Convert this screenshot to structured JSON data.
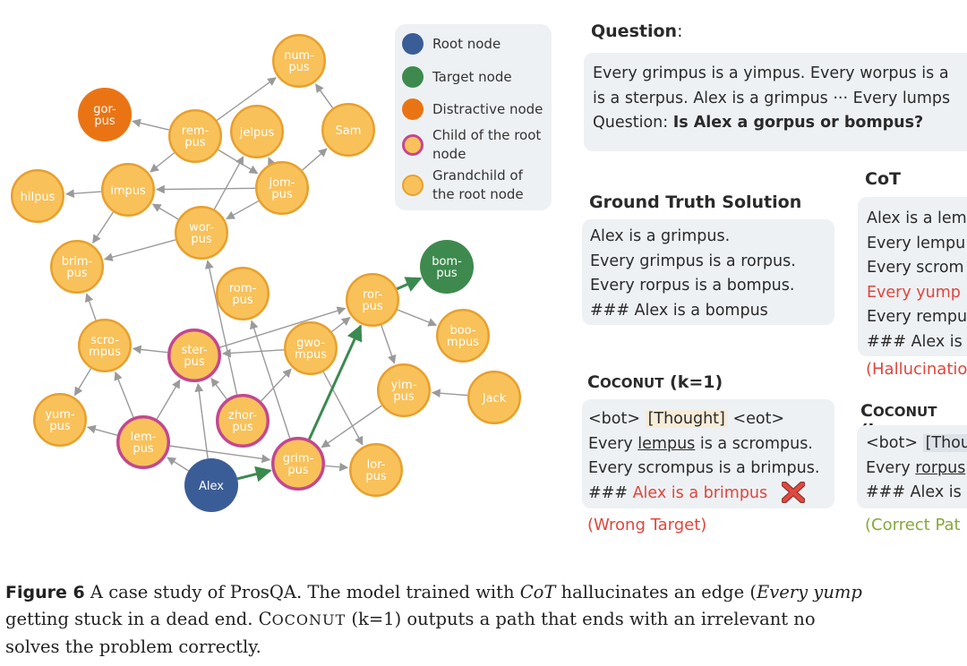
{
  "legend": [
    {
      "label": "Root node",
      "color": "#3b5d97",
      "ring": ""
    },
    {
      "label": "Target node",
      "color": "#3e8a4e",
      "ring": ""
    },
    {
      "label": "Distractive node",
      "color": "#ea7414",
      "ring": ""
    },
    {
      "label": "Child of the root node",
      "color": "#f8c15a",
      "ring": "#c2488f"
    },
    {
      "label": "Grandchild of the root node",
      "color": "#f8c15a",
      "ring": "#e7a02e"
    }
  ],
  "graph": {
    "nodes": [
      {
        "id": "numpus",
        "label": [
          "num-",
          "pus"
        ],
        "kind": "grandchild"
      },
      {
        "id": "gorpus",
        "label": [
          "gor-",
          "pus"
        ],
        "kind": "distractive"
      },
      {
        "id": "rempus",
        "label": [
          "rem-",
          "pus"
        ],
        "kind": "grandchild"
      },
      {
        "id": "jelpus",
        "label": [
          "jelpus"
        ],
        "kind": "grandchild"
      },
      {
        "id": "sam",
        "label": [
          "Sam"
        ],
        "kind": "grandchild"
      },
      {
        "id": "impus",
        "label": [
          "impus"
        ],
        "kind": "grandchild"
      },
      {
        "id": "jompus",
        "label": [
          "jom-",
          "pus"
        ],
        "kind": "grandchild"
      },
      {
        "id": "hilpus",
        "label": [
          "hilpus"
        ],
        "kind": "grandchild"
      },
      {
        "id": "worpus",
        "label": [
          "wor-",
          "pus"
        ],
        "kind": "grandchild"
      },
      {
        "id": "brimpus",
        "label": [
          "brim-",
          "pus"
        ],
        "kind": "grandchild"
      },
      {
        "id": "bompus",
        "label": [
          "bom-",
          "pus"
        ],
        "kind": "target"
      },
      {
        "id": "rompus",
        "label": [
          "rom-",
          "pus"
        ],
        "kind": "grandchild"
      },
      {
        "id": "rorpus",
        "label": [
          "ror-",
          "pus"
        ],
        "kind": "grandchild"
      },
      {
        "id": "scrompus",
        "label": [
          "scro-",
          "mpus"
        ],
        "kind": "grandchild"
      },
      {
        "id": "sterpus",
        "label": [
          "ster-",
          "pus"
        ],
        "kind": "child"
      },
      {
        "id": "gwompus",
        "label": [
          "gwo-",
          "mpus"
        ],
        "kind": "grandchild"
      },
      {
        "id": "boompus",
        "label": [
          "boo-",
          "mpus"
        ],
        "kind": "grandchild"
      },
      {
        "id": "yimpus",
        "label": [
          "yim-",
          "pus"
        ],
        "kind": "grandchild"
      },
      {
        "id": "jack",
        "label": [
          "Jack"
        ],
        "kind": "grandchild"
      },
      {
        "id": "yumpus",
        "label": [
          "yum-",
          "pus"
        ],
        "kind": "grandchild"
      },
      {
        "id": "lempus",
        "label": [
          "lem-",
          "pus"
        ],
        "kind": "child"
      },
      {
        "id": "zhorpus",
        "label": [
          "zhor-",
          "pus"
        ],
        "kind": "child"
      },
      {
        "id": "grimpus",
        "label": [
          "grim-",
          "pus"
        ],
        "kind": "child"
      },
      {
        "id": "lorpus",
        "label": [
          "lor-",
          "pus"
        ],
        "kind": "grandchild"
      },
      {
        "id": "alex",
        "label": [
          "Alex"
        ],
        "kind": "root"
      }
    ],
    "edges": [
      [
        "rempus",
        "numpus"
      ],
      [
        "rempus",
        "gorpus"
      ],
      [
        "sam",
        "numpus"
      ],
      [
        "jompus",
        "sam"
      ],
      [
        "jompus",
        "jelpus"
      ],
      [
        "rempus",
        "impus"
      ],
      [
        "rempus",
        "jompus"
      ],
      [
        "worpus",
        "jelpus"
      ],
      [
        "worpus",
        "impus"
      ],
      [
        "jompus",
        "impus"
      ],
      [
        "impus",
        "hilpus"
      ],
      [
        "impus",
        "brimpus"
      ],
      [
        "worpus",
        "brimpus"
      ],
      [
        "jompus",
        "worpus"
      ],
      [
        "scrompus",
        "brimpus"
      ],
      [
        "scrompus",
        "yumpus"
      ],
      [
        "lempus",
        "scrompus"
      ],
      [
        "lempus",
        "yumpus"
      ],
      [
        "sterpus",
        "scrompus"
      ],
      [
        "lempus",
        "sterpus"
      ],
      [
        "alex",
        "sterpus"
      ],
      [
        "alex",
        "lempus"
      ],
      [
        "zhorpus",
        "sterpus"
      ],
      [
        "sterpus",
        "rorpus"
      ],
      [
        "grimpus",
        "rompus"
      ],
      [
        "gwompus",
        "sterpus"
      ],
      [
        "gwompus",
        "rorpus"
      ],
      [
        "rorpus",
        "boompus"
      ],
      [
        "rorpus",
        "yimpus"
      ],
      [
        "jack",
        "yimpus"
      ],
      [
        "gwompus",
        "lorpus"
      ],
      [
        "yimpus",
        "grimpus"
      ],
      [
        "grimpus",
        "lorpus"
      ],
      [
        "lempus",
        "grimpus"
      ],
      [
        "zhorpus",
        "gwompus"
      ],
      [
        "zhorpus",
        "worpus"
      ]
    ],
    "highlight_edges": [
      [
        "alex",
        "grimpus"
      ],
      [
        "grimpus",
        "rorpus"
      ],
      [
        "rorpus",
        "bompus"
      ]
    ],
    "colors": {
      "root": "#3b5d97",
      "target": "#3e8a4e",
      "distractive": "#ea7414",
      "orange_fill": "#f8c15a",
      "child_ring": "#c2488f",
      "grandchild_ring": "#e7a02e",
      "edge": "#9a9a9a",
      "highlight": "#3a8a50"
    }
  },
  "question": {
    "heading": "Question",
    "colon": ":",
    "line1": "Every grimpus is a yimpus. Every worpus is a",
    "line2": "is a sterpus. Alex is a grimpus ··· Every lumps",
    "line3_prefix": "Question: ",
    "line3_bold": "Is Alex a gorpus or bompus?"
  },
  "ground_truth": {
    "heading": "Ground Truth Solution",
    "lines": [
      "Alex is a grimpus.",
      "Every grimpus is a rorpus.",
      "Every rorpus is a bompus.",
      "### Alex is a bompus"
    ]
  },
  "cot": {
    "heading": "CoT",
    "lines": [
      "Alex is a lem",
      "Every lempu",
      "Every scrom"
    ],
    "red_line": "Every yump",
    "lines_after": [
      "Every rempu",
      "### Alex is a"
    ],
    "note": "(Hallucinatio"
  },
  "coconut1": {
    "heading_c": "C",
    "heading_rest": "OCONUT",
    "heading_k": " (k=1)",
    "bot": "<bot> ",
    "thought": "[Thought]",
    "eot": " <eot>",
    "line2_a": "Every ",
    "line2_u": "lempus",
    "line2_b": " is a scrompus.",
    "line3": "Every scrompus is a brimpus.",
    "line4_a": "### ",
    "line4_red": "Alex is a brimpus",
    "note": "(Wrong Target)"
  },
  "coconut2": {
    "heading_c": "C",
    "heading_rest": "OCONUT",
    "heading_k": " (k=",
    "bot": "<bot> ",
    "thought": "[Thou",
    "line2_a": "Every ",
    "line2_u": "rorpus",
    "line2_b": " is",
    "line3": "### Alex is a",
    "note": "(Correct Pat"
  },
  "caption": {
    "label": "Figure 6",
    "l1_a": " A case study of ProsQA. The model trained with ",
    "l1_cot": "CoT",
    "l1_b": " hallucinates an edge (",
    "l1_it": "Every yump",
    "l2_a": "getting stuck in a dead end. ",
    "l2_c": "C",
    "l2_oconut": "OCONUT",
    "l2_b": " (k=1) outputs a path that ends with an irrelevant no",
    "l3": "solves the problem correctly."
  }
}
